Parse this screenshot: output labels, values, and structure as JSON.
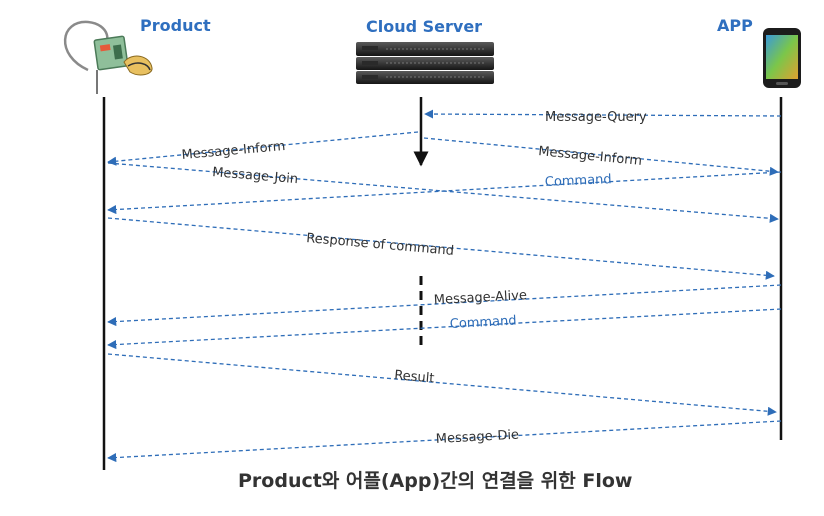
{
  "participants": {
    "product": "Product",
    "server": "Cloud Server",
    "app": "APP"
  },
  "messages": {
    "m1": "Message-Query",
    "m2": "Message-Inform",
    "m3": "Message-Inform",
    "m4": "Message-Join",
    "m5": "Command",
    "m6": "Response of command",
    "m7": "Message-Alive",
    "m8": "Command",
    "m9": "Result",
    "m10": "Message-Die"
  },
  "caption": "Product와 어플(App)간의 연결을 위한 Flow",
  "colors": {
    "arrow": "#2e6db8",
    "lifeline": "#111111",
    "header": "#2f6fbf"
  },
  "icons": {
    "product": "device-with-cable-icon",
    "server": "server-rack-icon",
    "app": "smartphone-icon"
  }
}
